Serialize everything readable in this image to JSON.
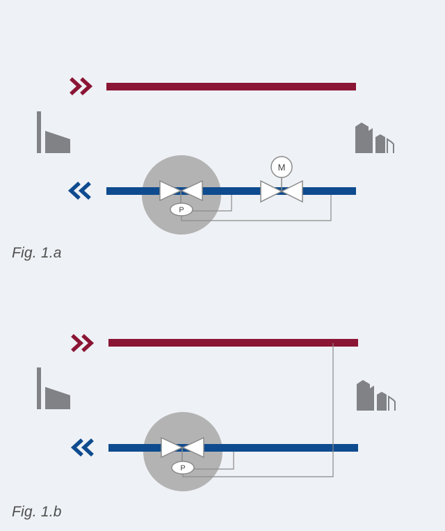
{
  "figures": [
    {
      "caption": "Fig. 1.a",
      "motor_label": "M",
      "pressure_label": "P",
      "icons": [
        "factory-icon",
        "building-icon",
        "supply-chevron-icon",
        "return-chevron-icon"
      ]
    },
    {
      "caption": "Fig. 1.b",
      "pressure_label": "P",
      "icons": [
        "factory-icon",
        "building-icon",
        "supply-chevron-icon",
        "return-chevron-icon"
      ]
    }
  ],
  "colors": {
    "supply_pipe": "#8b1535",
    "return_pipe": "#0e4b8f",
    "valve_zone": "#b3b3b3",
    "icon_gray": "#808285",
    "background": "#eef1f5"
  }
}
